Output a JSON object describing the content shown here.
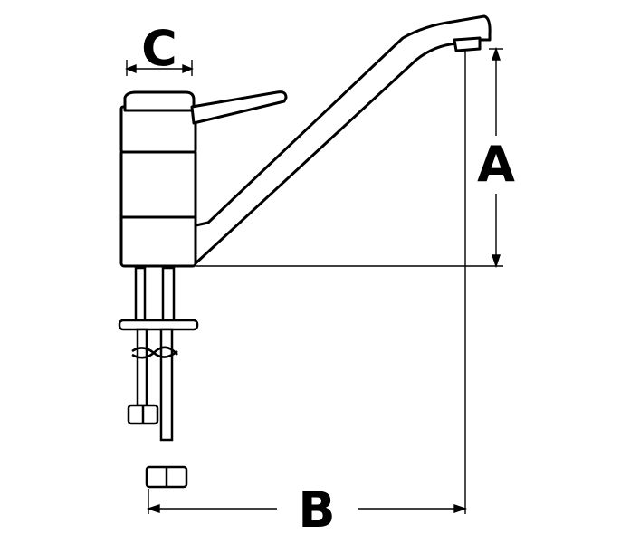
{
  "diagram": {
    "subject": "faucet",
    "dimensions": [
      {
        "id": "A",
        "label": "A"
      },
      {
        "id": "B",
        "label": "B"
      },
      {
        "id": "C",
        "label": "C"
      }
    ]
  }
}
